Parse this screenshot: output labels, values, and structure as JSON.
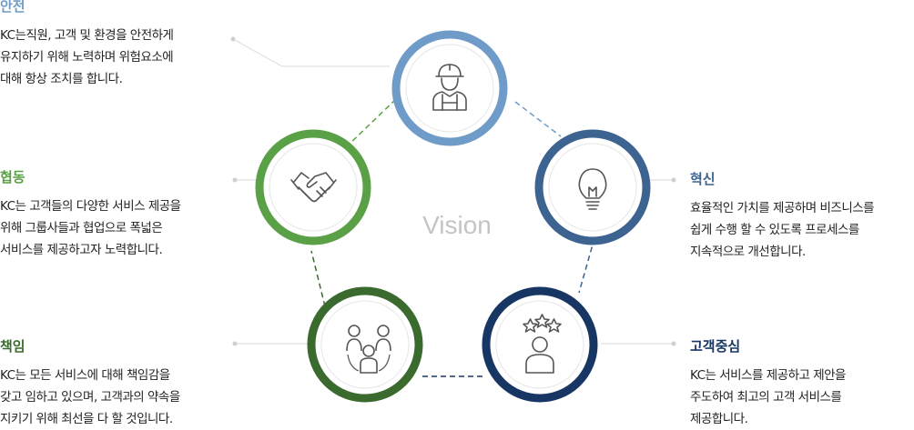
{
  "center_label": "Vision",
  "colors": {
    "safety": "#6f9bc9",
    "innovation": "#3d6391",
    "customer": "#183663",
    "responsibility": "#3a6a2e",
    "cooperation": "#5aa046"
  },
  "values": {
    "safety": {
      "title": "안전",
      "lines": [
        "KC는직원, 고객 및 환경을 안전하게",
        "유지하기 위해 노력하며 위험요소에",
        "대해 항상 조치를 합니다."
      ],
      "icon": "worker-helmet-icon"
    },
    "cooperation": {
      "title": "협동",
      "lines": [
        "KC는 고객들의 다양한 서비스 제공을",
        "위해 그룹사들과 협업으로 폭넓은",
        "서비스를 제공하고자 노력합니다."
      ],
      "icon": "handshake-icon"
    },
    "responsibility": {
      "title": "책임",
      "lines": [
        "KC는 모든 서비스에 대해 책임감을",
        "갖고 임하고 있으며, 고객과의 약속을",
        "지키기 위해 최선을 다 할 것입니다."
      ],
      "icon": "team-people-icon"
    },
    "innovation": {
      "title": "혁신",
      "lines": [
        "효율적인 가치를 제공하며 비즈니스를",
        "쉽게 수행 할 수 있도록 프로세스를",
        "지속적으로 개선합니다."
      ],
      "icon": "light-bulb-icon"
    },
    "customer": {
      "title": "고객중심",
      "lines": [
        "KC는 서비스를 제공하고 제안을",
        "주도하여 최고의 고객 서비스를",
        "제공합니다."
      ],
      "icon": "person-stars-icon"
    }
  }
}
